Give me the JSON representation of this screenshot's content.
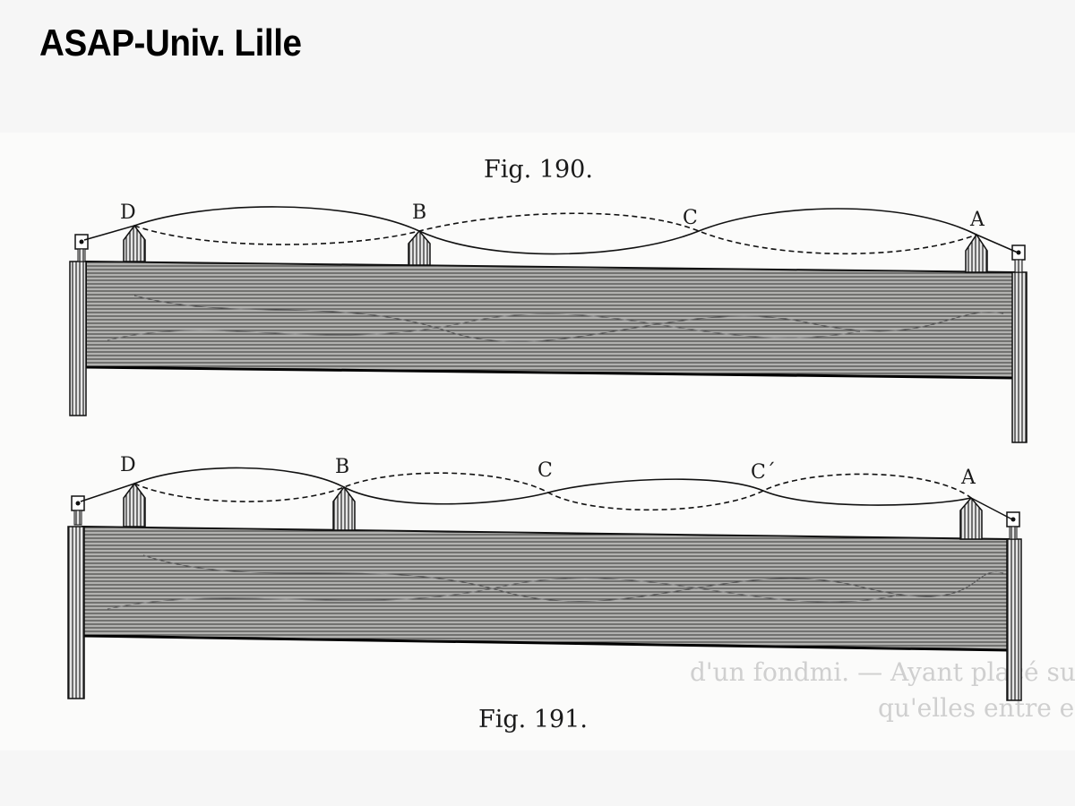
{
  "header": {
    "title": "ASAP-Univ. Lille"
  },
  "figures": [
    {
      "caption": "Fig. 190.",
      "labels": {
        "d": "D",
        "b": "B",
        "c": "C",
        "a": "A"
      }
    },
    {
      "caption": "Fig. 191.",
      "labels": {
        "d": "D",
        "b": "B",
        "c": "C",
        "c2": "C´",
        "a": "A"
      }
    }
  ],
  "bleed_text": {
    "line1": "d'un fondmi. — Ayant placé sur le sonomètre deux cordes",
    "line2": "qu'elles entre eux comm"
  }
}
